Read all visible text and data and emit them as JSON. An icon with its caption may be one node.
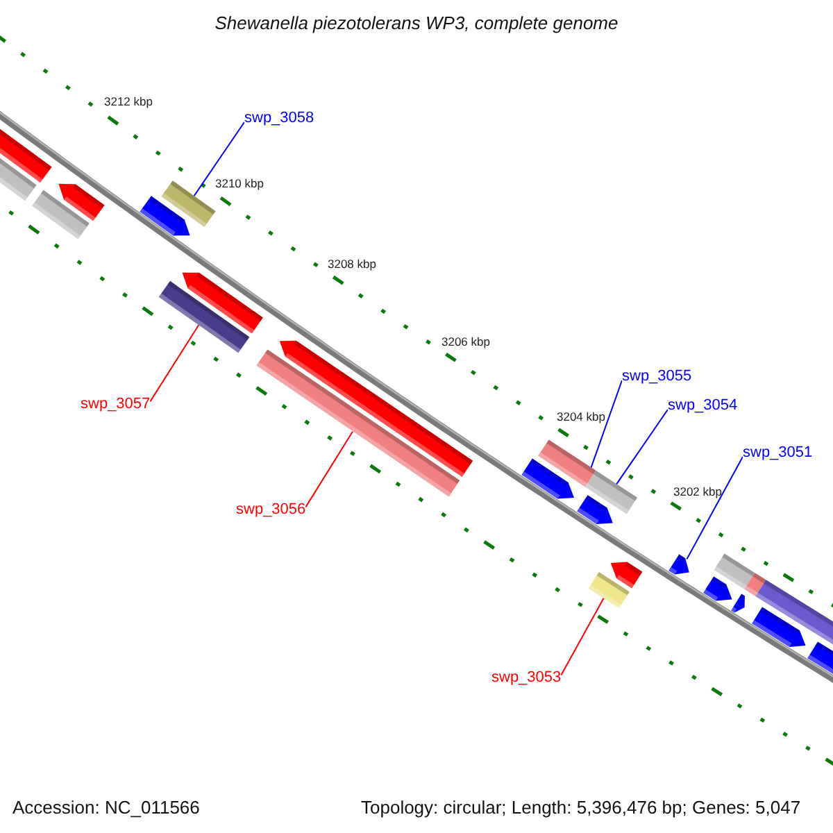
{
  "diagram": {
    "title": "Shewanella piezotolerans WP3, complete genome",
    "nodes": [
      {
        "text": [
          "swp_3058"
        ]
      },
      {
        "text": [],
        "shape": "bar"
      },
      {
        "text": [
          "swp_3057"
        ]
      },
      {
        "text": [],
        "shape": "bar"
      },
      {
        "text": [
          "swp_3056"
        ]
      },
      {
        "text": [],
        "shape": "bar"
      },
      {
        "text": [
          "swp_3055"
        ]
      },
      {
        "text": [],
        "shape": "bar"
      },
      {
        "text": [
          "swp_3054"
        ]
      },
      {
        "text": [],
        "shape": "bar"
      },
      {
        "text": [
          "swp_3051"
        ]
      },
      {
        "text": [],
        "shape": "arrow"
      },
      {
        "text": [
          "swp_3053"
        ]
      },
      {
        "text": [],
        "shape": "bar"
      },
      {
        "text": [],
        "shape": "arrow"
      },
      {
        "text": [],
        "shape": "bar"
      },
      {
        "text": [],
        "shape": "bar"
      },
      {
        "text": [],
        "shape": "arrow"
      },
      {
        "text": [],
        "shape": "arrow"
      },
      {
        "text": [],
        "shape": "arrow"
      },
      {
        "text": [],
        "shape": "arrow"
      },
      {
        "text": [],
        "shape": "arrow"
      },
      {
        "text": [],
        "shape": "arrow"
      },
      {
        "text": [],
        "shape": "arrow"
      },
      {
        "text": [],
        "shape": "bar"
      },
      {
        "text": [],
        "shape": "arrow"
      },
      {
        "text": [],
        "shape": "bar"
      },
      {
        "text": [],
        "shape": "arrow"
      },
      {
        "text": [],
        "shape": "bar"
      },
      {
        "text": [],
        "shape": "arrow"
      },
      {
        "text": [],
        "shape": "arrow"
      }
    ],
    "edges": [
      {
        "from": 0,
        "to": 1,
        "arrow": "none"
      },
      {
        "from": 2,
        "to": 3,
        "arrow": "none",
        "color": "#ff0000"
      },
      {
        "from": 4,
        "to": 5,
        "arrow": "none",
        "color": "#ff0000"
      },
      {
        "from": 6,
        "to": 7,
        "arrow": "none"
      },
      {
        "from": 8,
        "to": 9,
        "arrow": "none"
      },
      {
        "from": 10,
        "to": 11,
        "arrow": "none"
      },
      {
        "from": 12,
        "to": 13,
        "arrow": "none",
        "color": "#ff0000"
      }
    ],
    "labels": [
      "3212 kbp",
      "3210 kbp",
      "3208 kbp",
      "3206 kbp",
      "3204 kbp",
      "3202 kbp",
      "Accession: NC_011566",
      "Topology: circular; Length: 5,396,476 bp; Genes: 5,047"
    ]
  }
}
